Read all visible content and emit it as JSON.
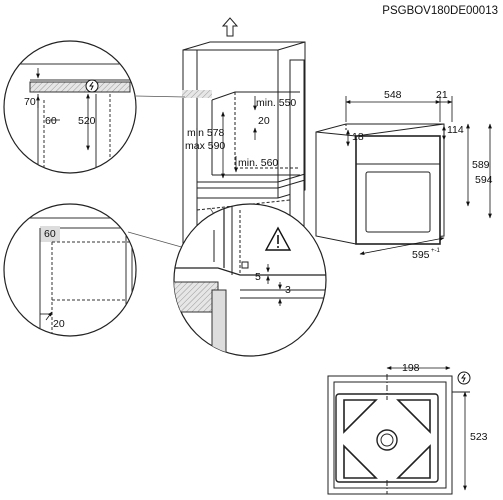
{
  "header": {
    "code": "PSGBOV180DE00013"
  },
  "cabinet": {
    "min_550": "min. 550",
    "d_20": "20",
    "min_578": "min 578",
    "max_590": "max 590",
    "min_560": "min. 560"
  },
  "detail_top": {
    "d_70": "70",
    "d_60": "60",
    "d_520": "520"
  },
  "detail_bottom": {
    "d_60": "60",
    "d_20": "20"
  },
  "detail_fixing": {
    "d_5": "5",
    "d_3": "3"
  },
  "oven": {
    "d_548": "548",
    "d_21": "21",
    "d_18": "18",
    "d_114": "114",
    "d_589": "589",
    "d_594": "594",
    "d_595": "595",
    "d_595_tol": "+-1"
  },
  "rear": {
    "d_198": "198",
    "d_523": "523"
  },
  "icons": {
    "plug": "power-plug-icon",
    "warning": "warning-triangle-icon",
    "arrow": "up-arrow-icon"
  }
}
